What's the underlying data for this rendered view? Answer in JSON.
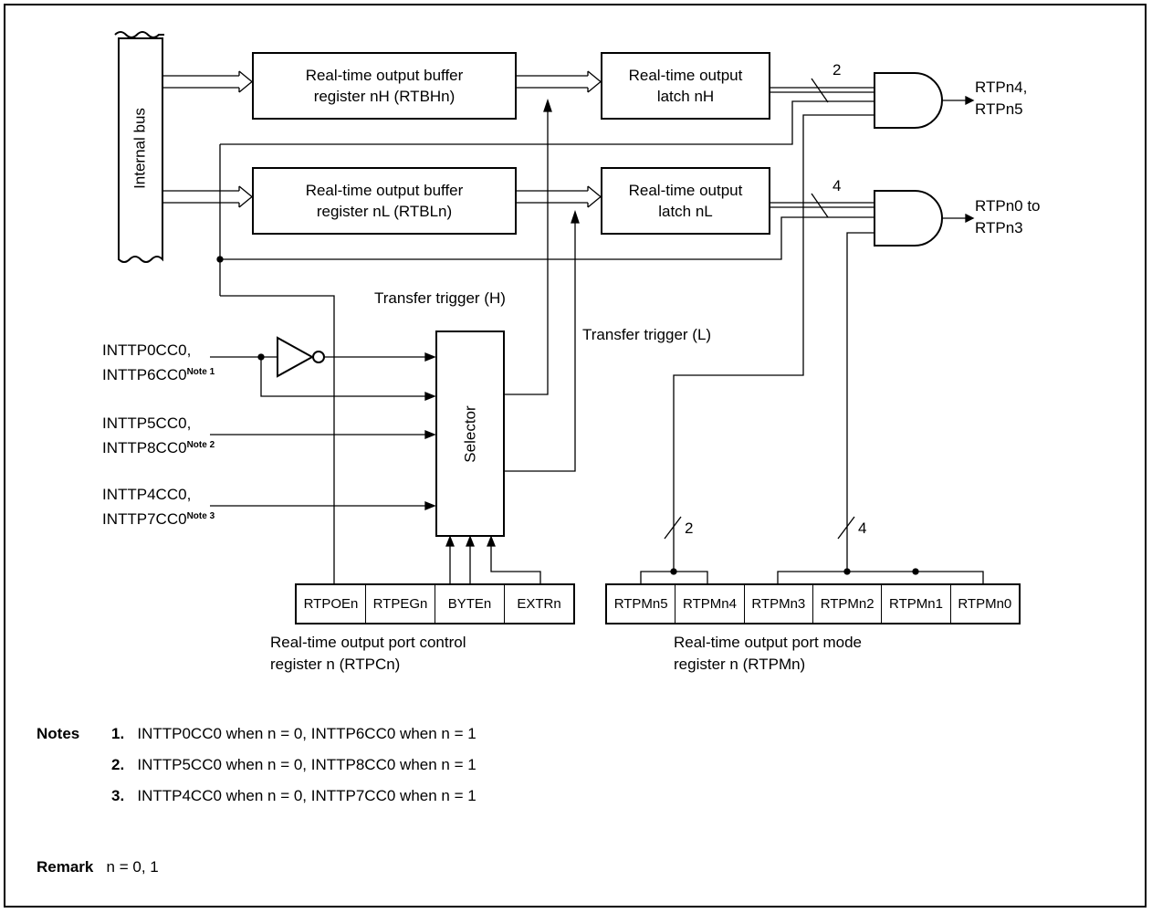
{
  "blocks": {
    "buffer_h": [
      "Real-time output buffer",
      "register nH (RTBHn)"
    ],
    "buffer_l": [
      "Real-time output buffer",
      "register nL (RTBLn)"
    ],
    "latch_h": [
      "Real-time output",
      "latch nH"
    ],
    "latch_l": [
      "Real-time output",
      "latch nL"
    ],
    "selector": "Selector",
    "internal_bus": "Internal bus"
  },
  "signals": {
    "transfer_h": "Transfer trigger (H)",
    "transfer_l": "Transfer trigger (L)",
    "out_h": [
      "RTPn4,",
      "RTPn5"
    ],
    "out_l": [
      "RTPn0 to",
      "RTPn3"
    ],
    "width_h": "2",
    "width_l": "4",
    "mode_width_h": "2",
    "mode_width_l": "4",
    "inputs": [
      {
        "line1": "INTTP0CC0,",
        "line2": "INTTP6CC0",
        "note": "Note 1"
      },
      {
        "line1": "INTTP5CC0,",
        "line2": "INTTP8CC0",
        "note": "Note 2"
      },
      {
        "line1": "INTTP4CC0,",
        "line2": "INTTP7CC0",
        "note": "Note 3"
      }
    ]
  },
  "rtpc": {
    "cells": [
      "RTPOEn",
      "RTPEGn",
      "BYTEn",
      "EXTRn"
    ],
    "caption": [
      "Real-time output port control",
      "register n (RTPCn)"
    ]
  },
  "rtpm": {
    "cells": [
      "RTPMn5",
      "RTPMn4",
      "RTPMn3",
      "RTPMn2",
      "RTPMn1",
      "RTPMn0"
    ],
    "caption": [
      "Real-time output port mode",
      "register n (RTPMn)"
    ]
  },
  "notes": {
    "heading": "Notes",
    "items": [
      {
        "num": "1.",
        "text": "INTTP0CC0 when n = 0, INTTP6CC0 when n = 1"
      },
      {
        "num": "2.",
        "text": "INTTP5CC0 when n = 0, INTTP8CC0 when n = 1"
      },
      {
        "num": "3.",
        "text": "INTTP4CC0 when n = 0, INTTP7CC0 when n = 1"
      }
    ]
  },
  "remark": {
    "heading": "Remark",
    "text": "n = 0, 1"
  }
}
